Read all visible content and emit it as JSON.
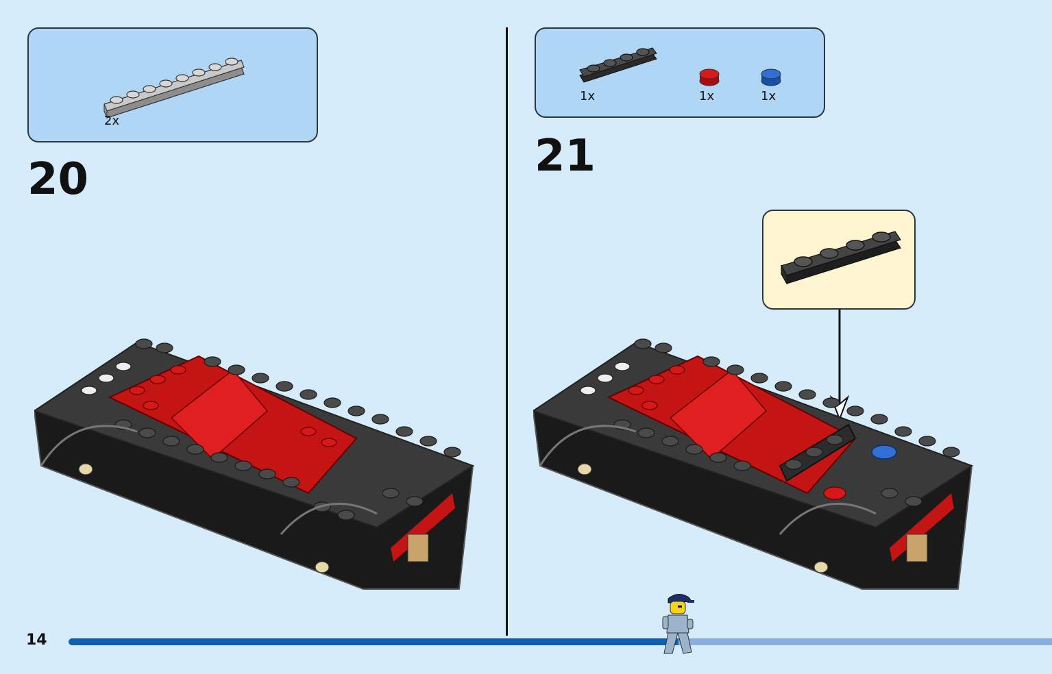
{
  "steps": [
    {
      "number": "20",
      "parts": [
        {
          "qty": "2x",
          "part": "light-gray-1x8-plate"
        }
      ]
    },
    {
      "number": "21",
      "parts": [
        {
          "qty": "1x",
          "part": "black-1x4-plate"
        },
        {
          "qty": "1x",
          "part": "red-round-tile"
        },
        {
          "qty": "1x",
          "part": "blue-round-tile"
        }
      ],
      "callout_part": "black-1x4-plate"
    }
  ],
  "page_number": "14",
  "progress": 0.62,
  "colors": {
    "background": "#d6ecfa",
    "parts_box": "#b0d6f5",
    "callout_box": "#fdf4d0",
    "progress_fill": "#1160b0",
    "progress_track": "#8aaede"
  }
}
